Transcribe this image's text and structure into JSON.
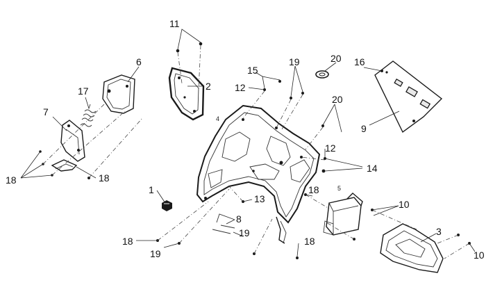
{
  "diagram": {
    "callouts": [
      {
        "id": "c1",
        "text": "1"
      },
      {
        "id": "c2",
        "text": "2"
      },
      {
        "id": "c3",
        "text": "3"
      },
      {
        "id": "c6",
        "text": "6"
      },
      {
        "id": "c7",
        "text": "7"
      },
      {
        "id": "c8",
        "text": "8"
      },
      {
        "id": "c9",
        "text": "9"
      },
      {
        "id": "c10a",
        "text": "10"
      },
      {
        "id": "c10b",
        "text": "10"
      },
      {
        "id": "c11",
        "text": "11"
      },
      {
        "id": "c12a",
        "text": "12"
      },
      {
        "id": "c12b",
        "text": "12"
      },
      {
        "id": "c13",
        "text": "13"
      },
      {
        "id": "c14",
        "text": "14"
      },
      {
        "id": "c15",
        "text": "15"
      },
      {
        "id": "c16",
        "text": "16"
      },
      {
        "id": "c17",
        "text": "17"
      },
      {
        "id": "c18a",
        "text": "18"
      },
      {
        "id": "c18b",
        "text": "18"
      },
      {
        "id": "c18c",
        "text": "18"
      },
      {
        "id": "c18d",
        "text": "18"
      },
      {
        "id": "c18e",
        "text": "18"
      },
      {
        "id": "c19a",
        "text": "19"
      },
      {
        "id": "c19b",
        "text": "19"
      },
      {
        "id": "c19c",
        "text": "19"
      },
      {
        "id": "c20a",
        "text": "20"
      },
      {
        "id": "c20b",
        "text": "20"
      }
    ],
    "markers": [
      {
        "id": "m4",
        "text": "4"
      },
      {
        "id": "m5",
        "text": "5"
      }
    ]
  }
}
